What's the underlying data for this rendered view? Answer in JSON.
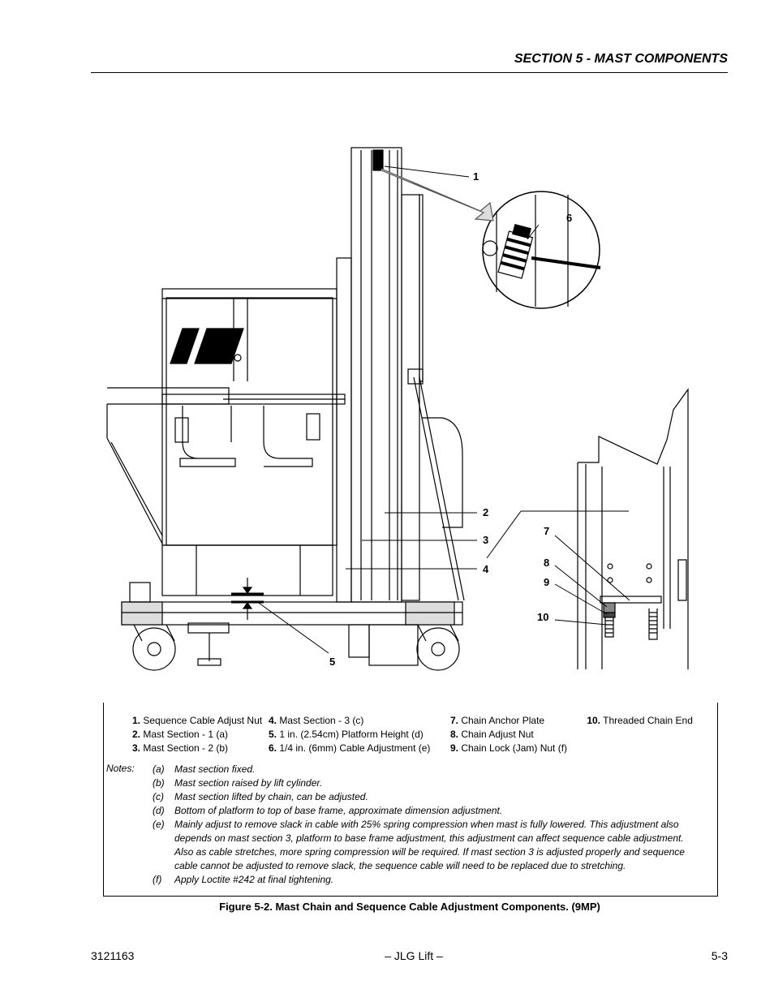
{
  "header": {
    "section_title": "SECTION 5 - MAST COMPONENTS"
  },
  "callouts": [
    "1",
    "2",
    "3",
    "4",
    "5",
    "6",
    "7",
    "8",
    "9",
    "10"
  ],
  "legend": {
    "col1": [
      {
        "num": "1.",
        "text": "Sequence Cable Adjust Nut"
      },
      {
        "num": "2.",
        "text": "Mast Section - 1 (a)"
      },
      {
        "num": "3.",
        "text": "Mast Section - 2 (b)"
      }
    ],
    "col2": [
      {
        "num": "4.",
        "text": "Mast Section - 3 (c)"
      },
      {
        "num": "5.",
        "text": "1 in. (2.54cm) Platform Height (d)"
      },
      {
        "num": "6.",
        "text": "1/4 in. (6mm) Cable Adjustment (e)"
      }
    ],
    "col3": [
      {
        "num": "7.",
        "text": "Chain Anchor Plate"
      },
      {
        "num": "8.",
        "text": "Chain Adjust Nut"
      },
      {
        "num": "9.",
        "text": "Chain Lock (Jam) Nut (f)"
      }
    ],
    "col4": [
      {
        "num": "10.",
        "text": "Threaded Chain End"
      }
    ]
  },
  "notes": {
    "label": "Notes:",
    "items": [
      {
        "key": "(a)",
        "text": "Mast section fixed."
      },
      {
        "key": "(b)",
        "text": "Mast section raised by lift cylinder."
      },
      {
        "key": "(c)",
        "text": "Mast section lifted by chain, can be adjusted."
      },
      {
        "key": "(d)",
        "text": "Bottom of platform to top of base frame, approximate dimension adjustment."
      },
      {
        "key": "(e)",
        "text": "Mainly adjust to remove slack in cable with 25% spring compression when mast is fully lowered. This adjustment also depends on mast section 3, platform to base frame adjustment, this adjustment can affect sequence cable adjustment. Also as cable stretches, more spring compression will be required. If mast section 3 is adjusted properly and sequence cable cannot be adjusted to remove slack, the sequence cable will need to be replaced due to stretching."
      },
      {
        "key": "(f)",
        "text": "Apply Loctite #242 at final tightening."
      }
    ]
  },
  "caption": "Figure 5-2.  Mast Chain and Sequence Cable Adjustment Components. (9MP)",
  "footer": {
    "left": "3121163",
    "center": "– JLG Lift –",
    "right": "5-3"
  }
}
